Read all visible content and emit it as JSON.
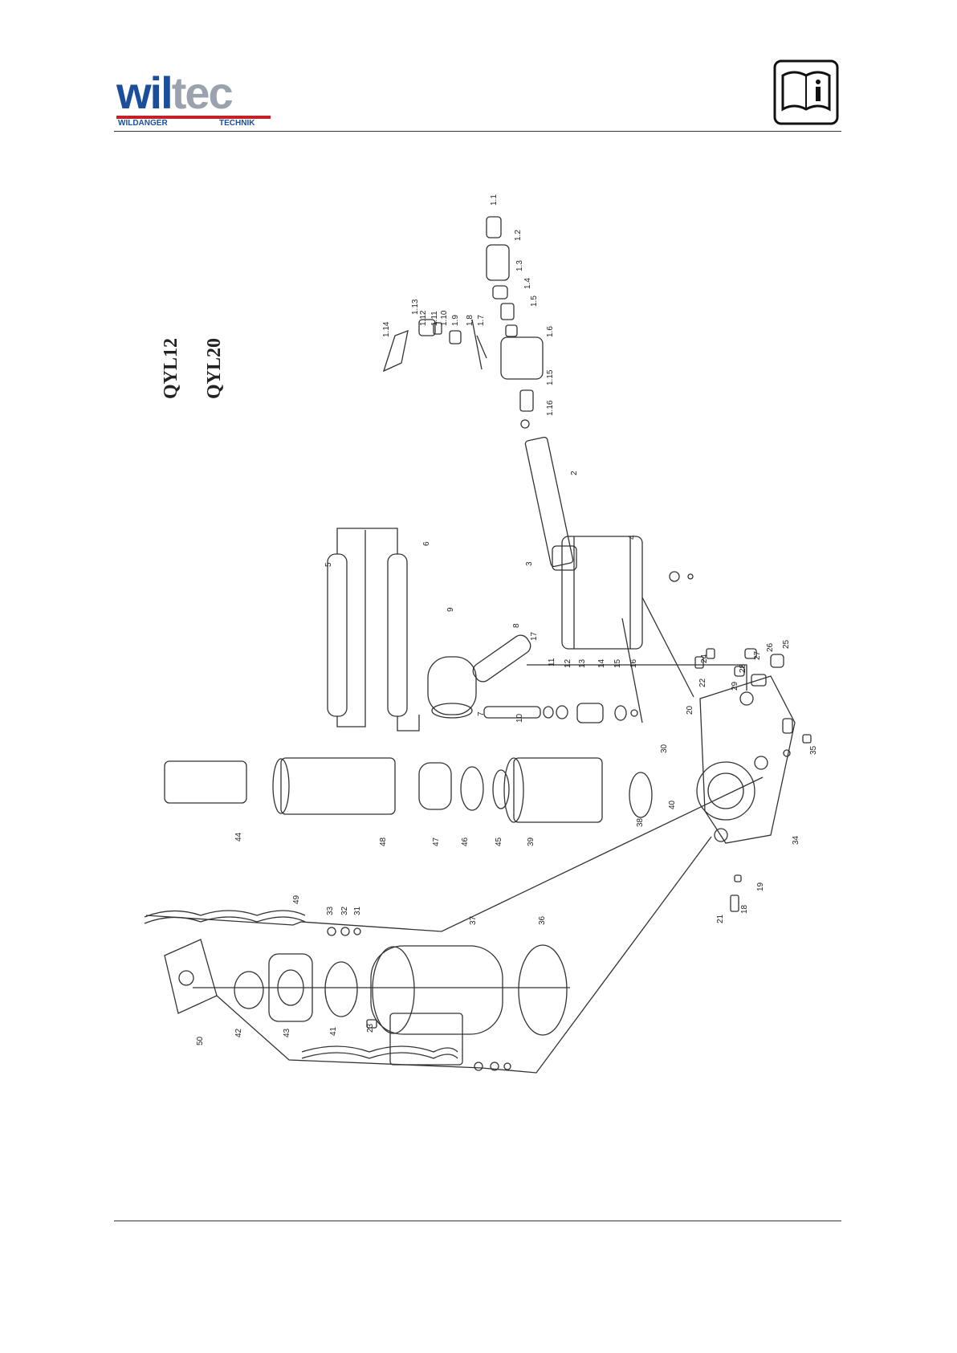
{
  "header": {
    "logo_word_1": "wil",
    "logo_word_2": "tec",
    "logo_left": "WILDANGER",
    "logo_right": "TECHNIK"
  },
  "models": [
    "QYL12",
    "QYL20"
  ],
  "part_labels": [
    "1.1",
    "1.2",
    "1.3",
    "1.4",
    "1.5",
    "1.6",
    "1.7",
    "1.8",
    "1.9",
    "1.10",
    "1.11",
    "1.12",
    "1.13",
    "1.14",
    "1.15",
    "1.16",
    "2",
    "3",
    "4",
    "5",
    "6",
    "7",
    "8",
    "9",
    "10",
    "11",
    "12",
    "13",
    "14",
    "15",
    "16",
    "17",
    "18",
    "19",
    "20",
    "21",
    "22",
    "23",
    "24",
    "25",
    "26",
    "27",
    "28",
    "29",
    "30",
    "31",
    "32",
    "33",
    "34",
    "35",
    "36",
    "37",
    "38",
    "39",
    "40",
    "41",
    "42",
    "43",
    "44",
    "45",
    "46",
    "47",
    "48",
    "49",
    "50"
  ],
  "colors": {
    "brand_blue": "#1b4f9c",
    "brand_red": "#c42026",
    "line": "#333333"
  },
  "icons": [
    "manual-info-icon"
  ]
}
